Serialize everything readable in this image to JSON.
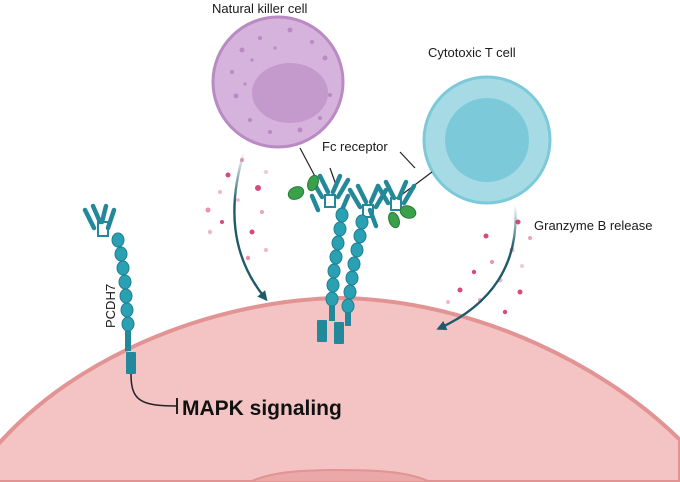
{
  "labels": {
    "nk_cell": "Natural killer cell",
    "ctl_cell": "Cytotoxic T cell",
    "fc_receptor": "Fc receptor",
    "granzyme": "Granzyme B release",
    "pcdh7": "PCDH7",
    "mapk": "MAPK signaling"
  },
  "colors": {
    "nk_outer": "#d6b3dc",
    "nk_inner": "#c49acc",
    "ctl_outer": "#a6dbe5",
    "ctl_inner": "#7ccad9",
    "target_cell": "#f4c4c4",
    "target_membrane": "#e29393",
    "antibody": "#23899a",
    "antibody_light": "#2aa0b3",
    "fc_receptor": "#3aa04a",
    "granule": "#d84a77",
    "arrow": "#1e5a6a"
  },
  "icons": [
    "nk-cell-icon",
    "cytotoxic-t-cell-icon",
    "antibody-icon",
    "fc-receptor-icon",
    "granule-icon",
    "curved-arrow-icon",
    "inhibition-arrow-icon"
  ]
}
